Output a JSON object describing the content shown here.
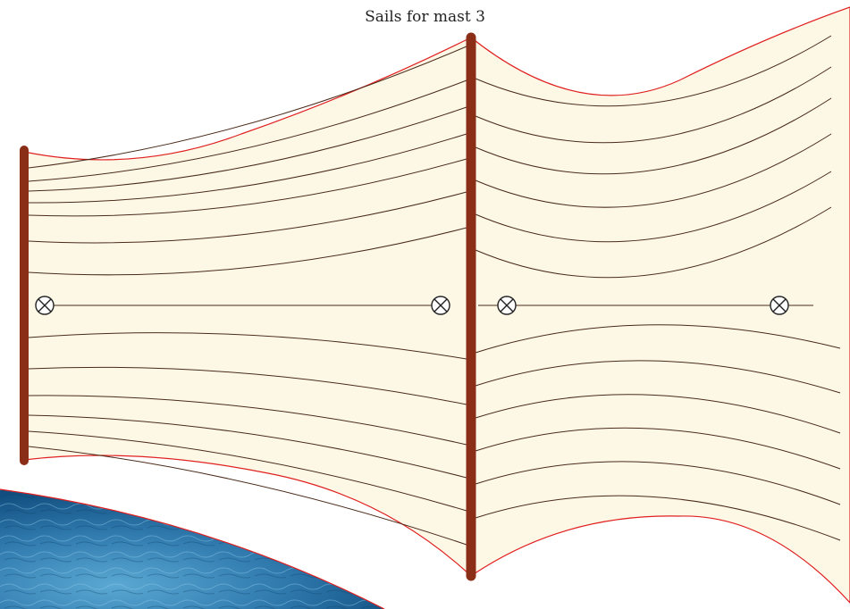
{
  "title": "Sails for mast 3",
  "colors": {
    "sail_fill": "#fdf8e6",
    "sail_edge": "#e02020",
    "seam": "#4a2a1a",
    "mast": "#8b2e18",
    "water_deep": "#0f4f7f",
    "water_light": "#4f9dcb"
  },
  "sails": [
    {
      "name": "left-sail",
      "pulley_icons": [
        "pulley-x-icon",
        "pulley-x-icon"
      ]
    },
    {
      "name": "right-sail",
      "pulley_icons": [
        "pulley-x-icon",
        "pulley-x-icon"
      ]
    }
  ],
  "masts": [
    "left-mast",
    "center-mast"
  ],
  "background": {
    "water": "ocean-water-patch"
  }
}
